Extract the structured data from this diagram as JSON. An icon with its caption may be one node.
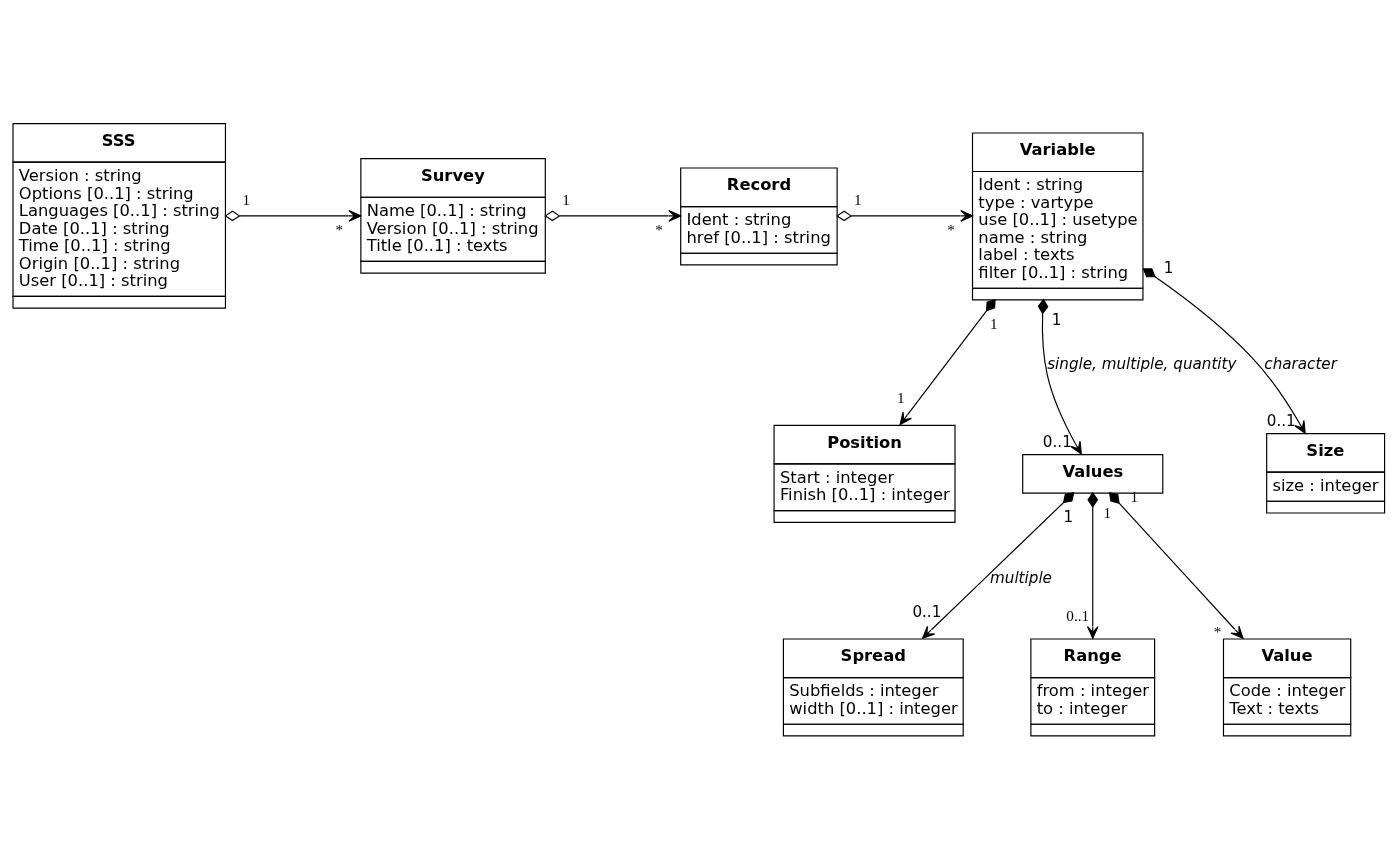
{
  "diagram": {
    "nodes": [
      {
        "text": [
          "SSS",
          "Version : string",
          "Options [0..1] : string",
          "Languages [0..1] : string",
          "Date [0..1] : string",
          "Time [0..1] : string",
          "Origin [0..1] : string",
          "User [0..1] : string"
        ]
      },
      {
        "text": [
          "Survey",
          "Name [0..1] : string",
          "Version [0..1] : string",
          "Title [0..1] : texts"
        ]
      },
      {
        "text": [
          "Record",
          "Ident : string",
          "href [0..1] : string"
        ]
      },
      {
        "text": [
          "Variable",
          "Ident : string",
          "type : vartype",
          "use [0..1] : usetype",
          "name : string",
          "label : texts",
          "filter [0..1] : string"
        ]
      },
      {
        "text": [
          "Position",
          "Start : integer",
          "Finish [0..1] : integer"
        ]
      },
      {
        "text": [
          "Values"
        ]
      },
      {
        "text": [
          "Size",
          "size : integer"
        ]
      },
      {
        "text": [
          "Spread",
          "Subfields : integer",
          "width [0..1] : integer"
        ]
      },
      {
        "text": [
          "Range",
          "from : integer",
          "to : integer"
        ]
      },
      {
        "text": [
          "Value",
          "Code : integer",
          "Text : texts"
        ]
      }
    ],
    "edges": [
      {
        "from": 0,
        "to": 1,
        "arrow": "to"
      },
      {
        "from": 1,
        "to": 2,
        "arrow": "to"
      },
      {
        "from": 2,
        "to": 3,
        "arrow": "to"
      },
      {
        "from": 3,
        "to": 4,
        "arrow": "to"
      },
      {
        "from": 3,
        "to": 5,
        "arrow": "to",
        "label": "single, multiple, quantity"
      },
      {
        "from": 3,
        "to": 6,
        "arrow": "to",
        "label": "character"
      },
      {
        "from": 5,
        "to": 7,
        "arrow": "to",
        "label": "multiple"
      },
      {
        "from": 5,
        "to": 8,
        "arrow": "to"
      },
      {
        "from": 5,
        "to": 9,
        "arrow": "to"
      }
    ],
    "labels": [
      "1",
      "*",
      "1",
      "*",
      "1",
      "*",
      "1",
      "1",
      "1",
      "0..1",
      "1",
      "0..1",
      "1",
      "0..1",
      "1",
      "0..1",
      "1",
      "*"
    ]
  }
}
